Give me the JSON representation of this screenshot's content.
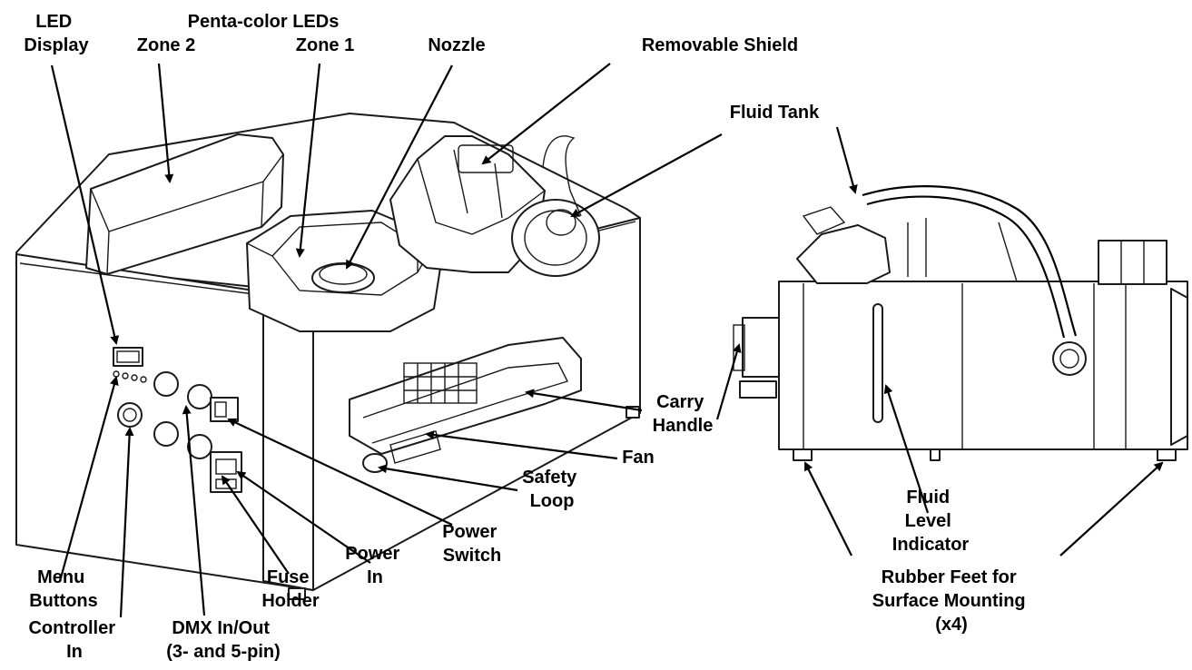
{
  "labels": {
    "led_display": [
      "LED",
      "Display"
    ],
    "penta_color": "Penta-color LEDs",
    "zone_2": "Zone 2",
    "zone_1": "Zone 1",
    "nozzle": "Nozzle",
    "removable_shield": "Removable Shield",
    "fluid_tank": "Fluid Tank",
    "carry_handle": [
      "Carry",
      "Handle"
    ],
    "fan": "Fan",
    "safety_loop": [
      "Safety",
      "Loop"
    ],
    "power_switch": [
      "Power",
      "Switch"
    ],
    "power_in": [
      "Power",
      "In"
    ],
    "fuse_holder": [
      "Fuse",
      "Holder"
    ],
    "menu_buttons": [
      "Menu",
      "Buttons"
    ],
    "controller_in": [
      "Controller",
      "In"
    ],
    "dmx": [
      "DMX In/Out",
      "(3- and 5-pin)"
    ],
    "fluid_level": [
      "Fluid",
      "Level",
      "Indicator"
    ],
    "rubber_feet": [
      "Rubber Feet for",
      "Surface Mounting",
      "(x4)"
    ]
  }
}
